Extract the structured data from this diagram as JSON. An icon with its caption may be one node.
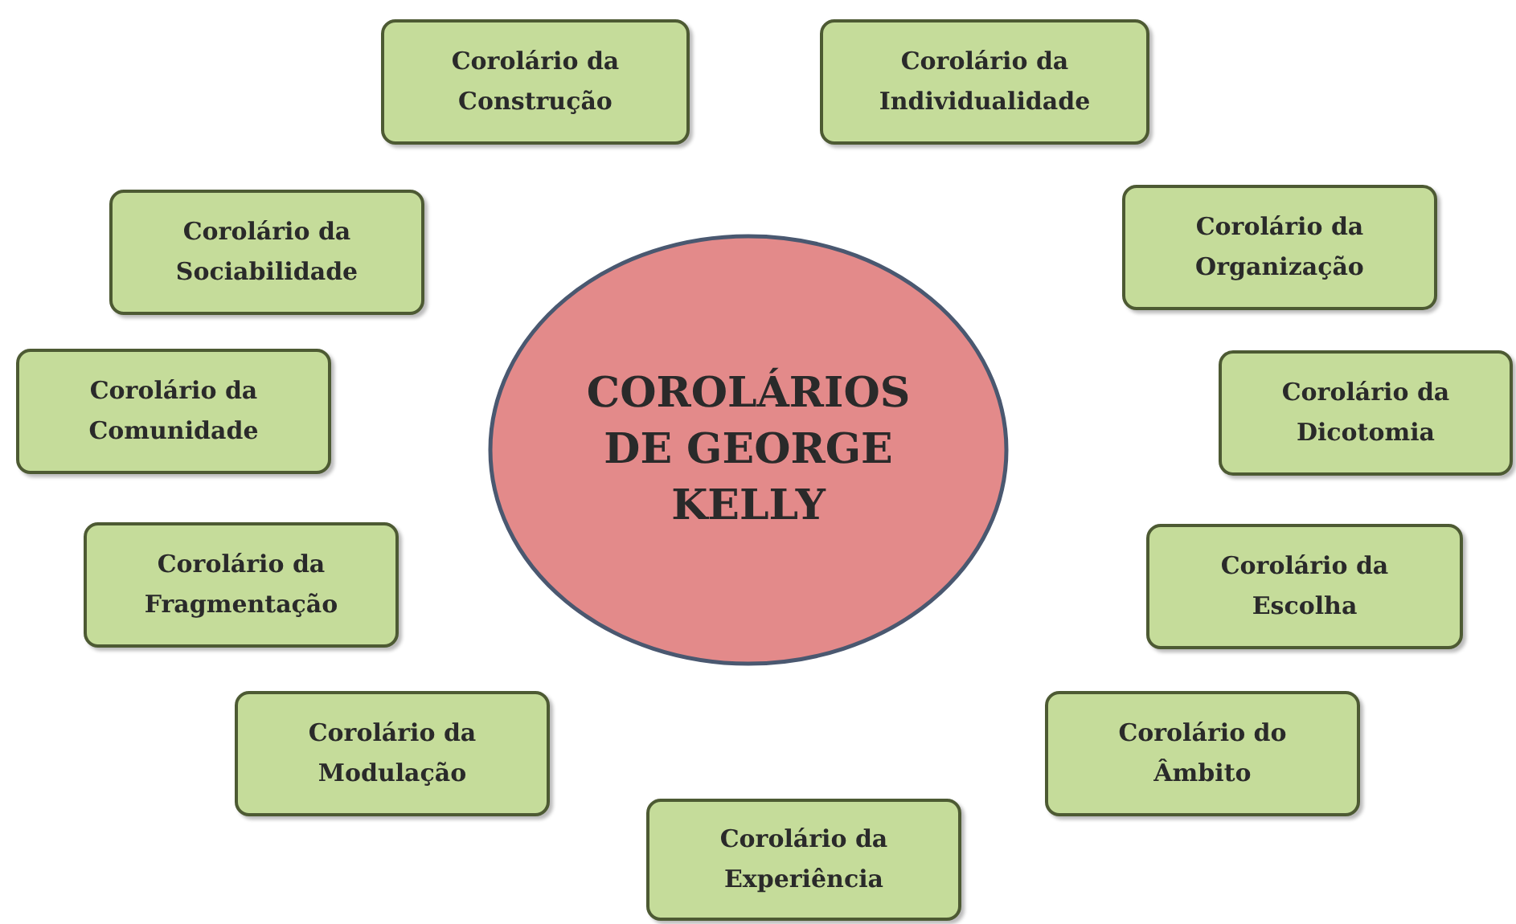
{
  "diagram": {
    "nodes": [
      {
        "text": [
          "Corolário da Construção"
        ]
      },
      {
        "text": [
          "Corolário da Individualidade"
        ]
      },
      {
        "text": [
          "Corolário da Sociabilidade"
        ]
      },
      {
        "text": [
          "Corolário da Organização"
        ]
      },
      {
        "text": [
          "COROLÁRIOS DE GEORGE KELLY"
        ]
      },
      {
        "text": [
          "Corolário da Comunidade"
        ]
      },
      {
        "text": [
          "Corolário da Dicotomia"
        ]
      },
      {
        "text": [
          "Corolário da Fragmentação"
        ]
      },
      {
        "text": [
          "Corolário da Escolha"
        ]
      },
      {
        "text": [
          "Corolário da Modulação"
        ]
      },
      {
        "text": [
          "Corolário do Âmbito"
        ]
      },
      {
        "text": [
          "Corolário da Experiência"
        ]
      }
    ]
  }
}
